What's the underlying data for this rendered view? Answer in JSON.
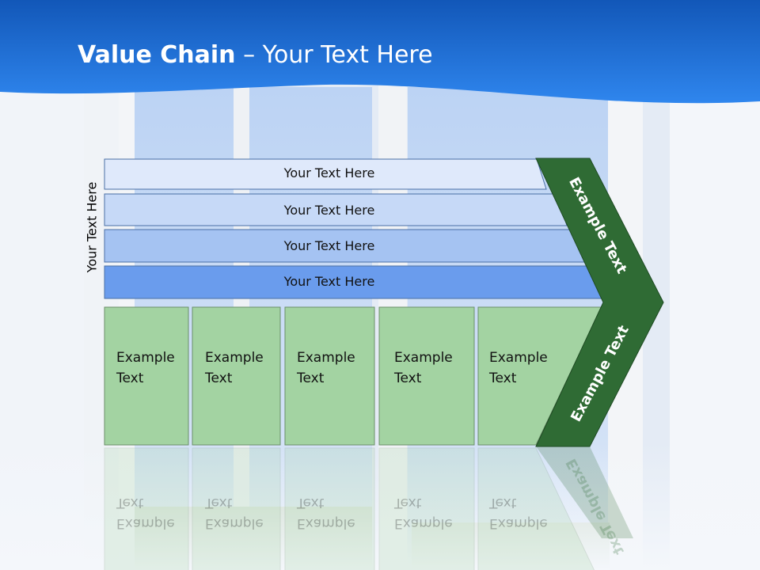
{
  "slide": {
    "title_bold": "Value Chain",
    "title_rest": "– Your Text Here",
    "side_label": "Your Text Here"
  },
  "bars": [
    {
      "label": "Your Text Here",
      "fill": "#dfe9fb"
    },
    {
      "label": "Your Text Here",
      "fill": "#c6d9f7"
    },
    {
      "label": "Your Text Here",
      "fill": "#a5c3f2"
    },
    {
      "label": "Your Text Here",
      "fill": "#6a9ced"
    }
  ],
  "cards": [
    {
      "line1": "Example",
      "line2": "Text"
    },
    {
      "line1": "Example",
      "line2": "Text"
    },
    {
      "line1": "Example",
      "line2": "Text"
    },
    {
      "line1": "Example",
      "line2": "Text"
    },
    {
      "line1": "Example",
      "line2": "Text"
    }
  ],
  "chevron": {
    "upper_label": "Example Text",
    "lower_label": "Example Text"
  },
  "colors": {
    "header_blue": "#1f6fd6",
    "card_green": "#a3d3a2",
    "chevron_green": "#2f6b34"
  }
}
